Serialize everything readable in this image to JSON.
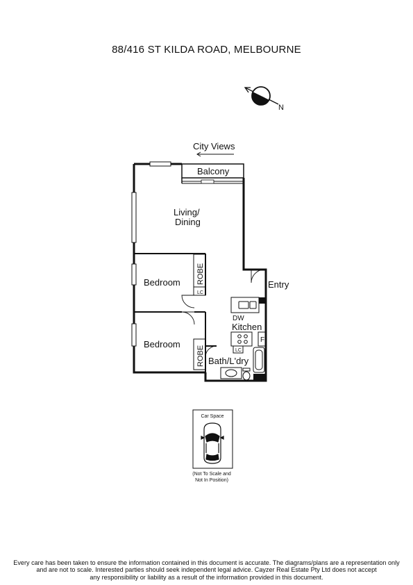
{
  "title": "88/416 ST KILDA ROAD, MELBOURNE",
  "compass": {
    "label": "N",
    "icon": "compass-north-icon"
  },
  "view_label": "City Views",
  "rooms": {
    "balcony": "Balcony",
    "living_line1": "Living/",
    "living_line2": "Dining",
    "entry": "Entry",
    "bedroom1": "Bedroom",
    "bedroom2": "Bedroom",
    "robe1": "ROBE",
    "robe2": "ROBE",
    "kitchen": "Kitchen",
    "dw": "DW",
    "fridge": "F",
    "bath": "Bath/L'dry",
    "linen1": "LC",
    "linen2": "LC"
  },
  "car": {
    "title": "Car Space",
    "note_line1": "(Not To Scale and",
    "note_line2": "Not In Position)"
  },
  "disclaimer": {
    "line1": "Every care has been taken to ensure the information contained in this document is accurate. The diagrams/plans are a representation only",
    "line2": "and are not to scale. Interested parties should seek independent legal advice. Cayzer Real Estate Pty Ltd does not accept",
    "line3": "any responsibility or liability as a result of the information provided in this document."
  }
}
